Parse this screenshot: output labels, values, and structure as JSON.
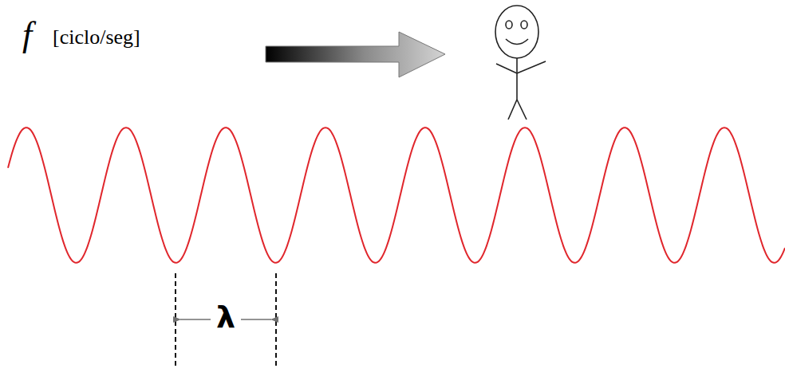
{
  "diagram": {
    "labels": [
      "f",
      "[ciclo/seg]",
      "λ"
    ]
  }
}
